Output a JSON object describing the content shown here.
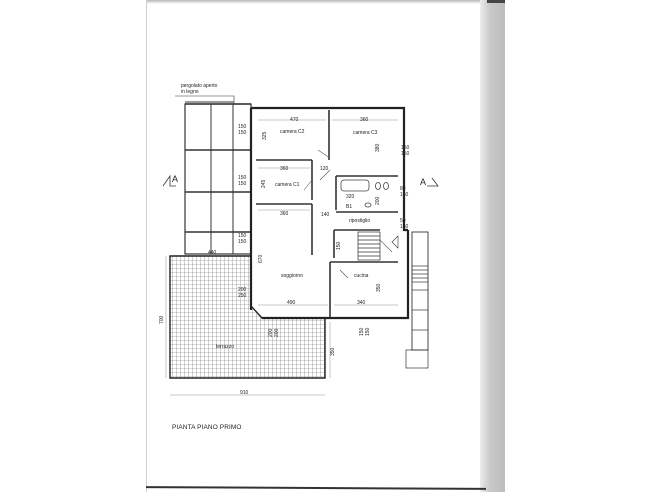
{
  "drawing": {
    "title": "PIANTA PIANO PRIMO",
    "section_marker_left": "A",
    "section_marker_right": "A",
    "pergola_note_line1": "pergolato aperto",
    "pergola_note_line2": "in legno"
  },
  "rooms": [
    {
      "name": "camera C2",
      "width_dim": "470",
      "depth_dim": "325"
    },
    {
      "name": "camera C3",
      "width_dim": "360",
      "depth_dim": "380"
    },
    {
      "name": "camera C1",
      "width_dim": "360",
      "depth_dim": "245"
    },
    {
      "name": "soggiorno",
      "width_dim": "490",
      "top_dim": "360",
      "depth_dim": "670"
    },
    {
      "name": "cucina",
      "width_dim": "340",
      "depth_dim": "350"
    },
    {
      "name": "ripostiglio",
      "depth_dim": "150"
    },
    {
      "name": "B1",
      "width_dim": "320",
      "depth_dim": "200"
    },
    {
      "name": "terrazzo"
    }
  ],
  "dimensions": {
    "corridor_upper": "120",
    "corridor_lower": "140",
    "stair_width": "150",
    "pergola_bay": "440",
    "terrace_width": "910",
    "terrace_height": "700",
    "terrace_right": "350",
    "window_c2": [
      "150",
      "150"
    ],
    "window_c1": [
      "150",
      "150"
    ],
    "window_sog1": [
      "150",
      "150"
    ],
    "window_sog2": [
      "200",
      "250"
    ],
    "window_c3": [
      "150",
      "150"
    ],
    "window_b1": [
      "80",
      "150"
    ],
    "window_rip": [
      "50",
      "150"
    ],
    "door_terr": [
      "200",
      "200"
    ],
    "window_cucina": [
      "150",
      "150"
    ]
  }
}
